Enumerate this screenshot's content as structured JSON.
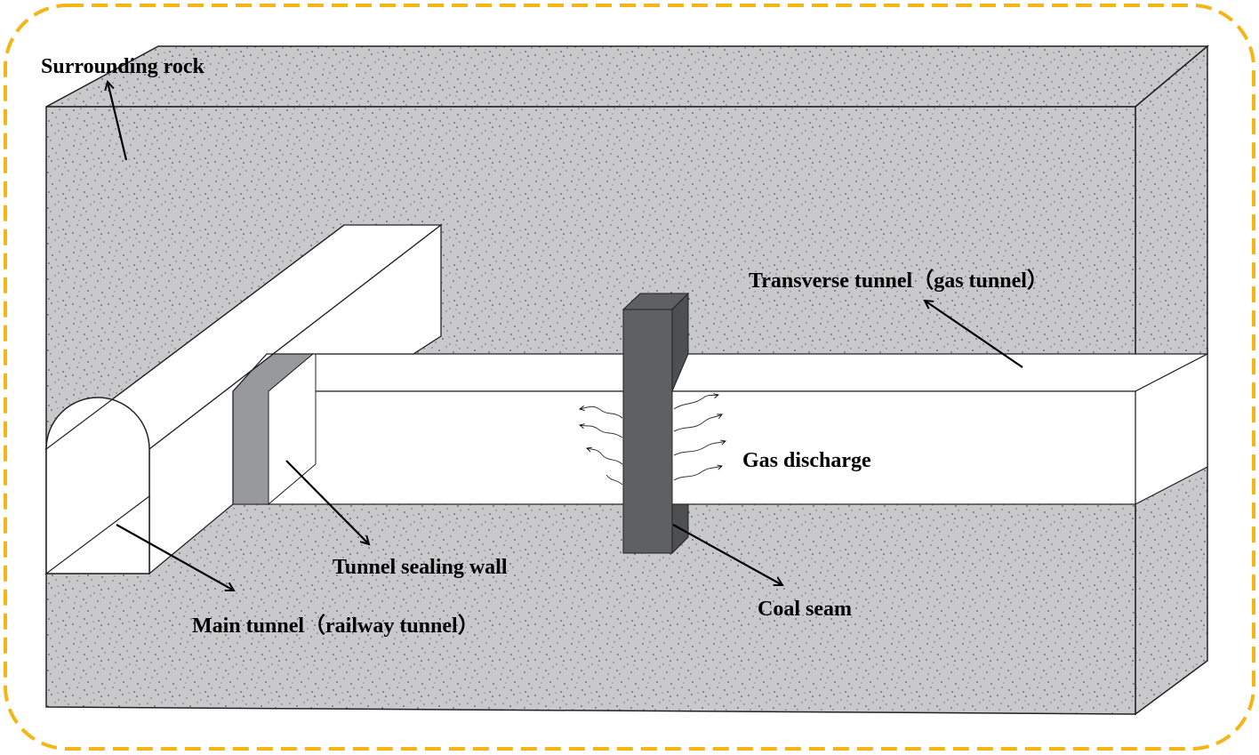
{
  "labels": {
    "surrounding_rock": "Surrounding rock",
    "transverse_tunnel": "Transverse tunnel（gas tunnel）",
    "gas_discharge": "Gas discharge",
    "tunnel_sealing_wall": "Tunnel sealing wall",
    "coal_seam": "Coal seam",
    "main_tunnel": "Main tunnel（railway tunnel）"
  },
  "colors": {
    "frame_border": "#f5b517",
    "rock_fill": "#c9c9cb",
    "rock_speckle": "#3a3a3a",
    "tunnel_fill": "#ffffff",
    "coal_seam_fill": "#5f6062",
    "sealing_wall_shade": "#98999c",
    "outline": "#222222"
  }
}
